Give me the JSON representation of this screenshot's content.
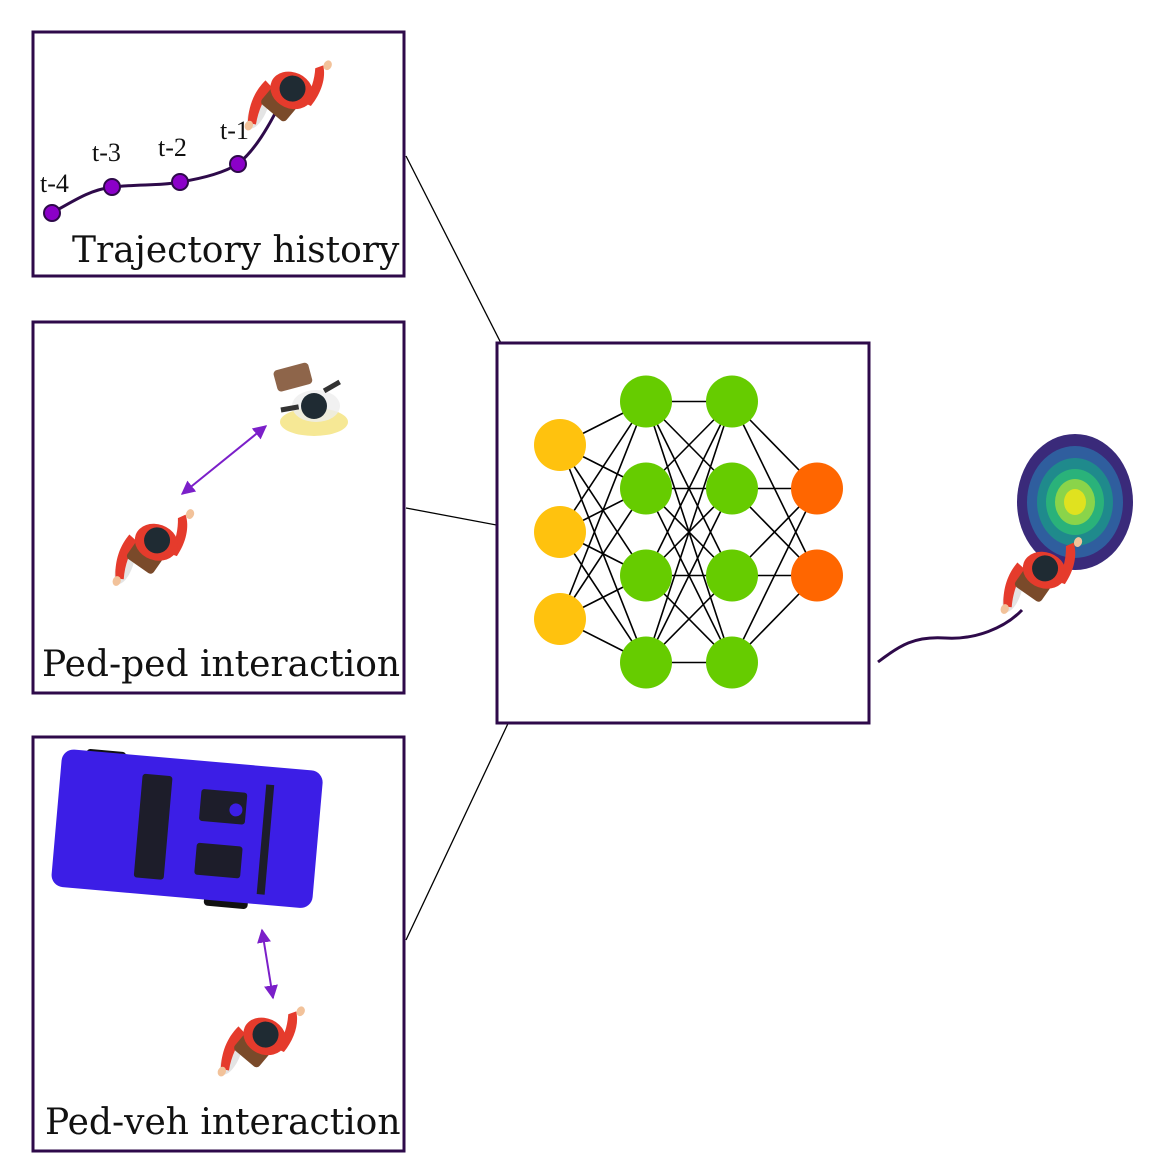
{
  "panels": {
    "trajectory": {
      "caption": "Trajectory history",
      "time_labels": [
        "t-4",
        "t-3",
        "t-2",
        "t-1"
      ]
    },
    "ped_ped": {
      "caption": "Ped-ped interaction"
    },
    "ped_veh": {
      "caption": "Ped-veh interaction"
    }
  },
  "network": {
    "layers": [
      {
        "role": "input",
        "nodes": 3,
        "color": "#FFC20E"
      },
      {
        "role": "hidden",
        "nodes": 4,
        "color": "#66CC00"
      },
      {
        "role": "hidden",
        "nodes": 4,
        "color": "#66CC00"
      },
      {
        "role": "output",
        "nodes": 2,
        "color": "#FF6600"
      }
    ]
  },
  "colors": {
    "panel_border": "#2E0A4A",
    "trajectory_line": "#2E0A4A",
    "trajectory_marker": "#8B00C9",
    "interaction_arrow": "#7B1FC9",
    "vehicle": "#3C1EE6",
    "pedestrian_shirt": "#E53B2C",
    "pedestrian_bag": "#7A4A2A",
    "pedestrian_head": "#1F2B33"
  },
  "icons": [
    "pedestrian-icon",
    "vehicle-icon",
    "gaussian-heatmap-icon"
  ]
}
